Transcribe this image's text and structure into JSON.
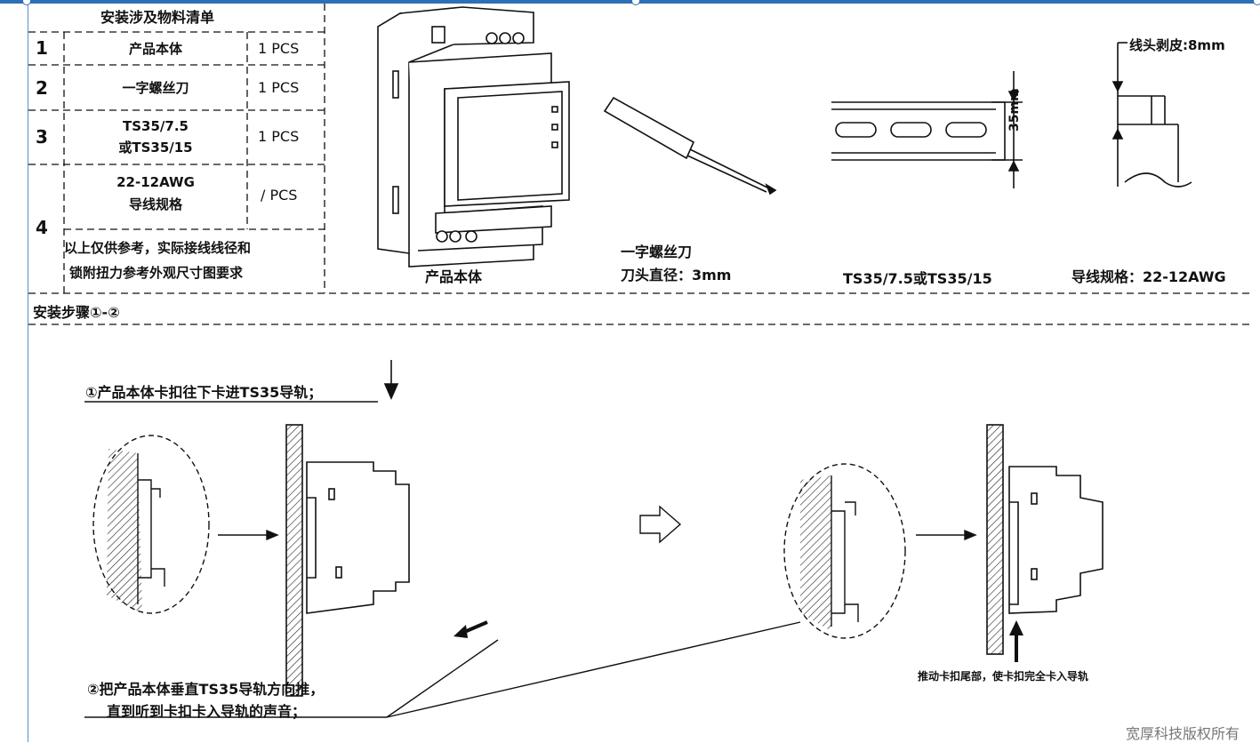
{
  "table": {
    "title": "安装涉及物料清单",
    "rows": [
      {
        "num": "1",
        "name": "产品本体",
        "qty": "1 PCS"
      },
      {
        "num": "2",
        "name": "一字螺丝刀",
        "qty": "1 PCS"
      },
      {
        "num": "3",
        "name_line1": "TS35/7.5",
        "name_line2": "或TS35/15",
        "qty": "1 PCS"
      },
      {
        "num": "4",
        "name_line1": "22-12AWG",
        "name_line2": "导线规格",
        "qty": "/ PCS"
      }
    ],
    "note_line1": "以上仅供参考，实际接线线径和",
    "note_line2": "锁附扭力参考外观尺寸图要求"
  },
  "items": {
    "product_caption": "产品本体",
    "screwdriver_caption_line1": "一字螺丝刀",
    "screwdriver_caption_line2": "刀头直径：3mm",
    "rail_caption": "TS35/7.5或TS35/15",
    "rail_dim": "35mm",
    "wire_caption": "导线规格：22-12AWG",
    "strip_label": "线头剥皮:8mm"
  },
  "steps": {
    "heading": "安装步骤①-②",
    "step1": "①产品本体卡扣往下卡进TS35导轨；",
    "step2_line1": "②把产品本体垂直TS35导轨方向推，",
    "step2_line2": "直到听到卡扣卡入导轨的声音；",
    "push_note": "推动卡扣尾部，使卡扣完全卡入导轨"
  },
  "watermark": "宽厚科技版权所有"
}
